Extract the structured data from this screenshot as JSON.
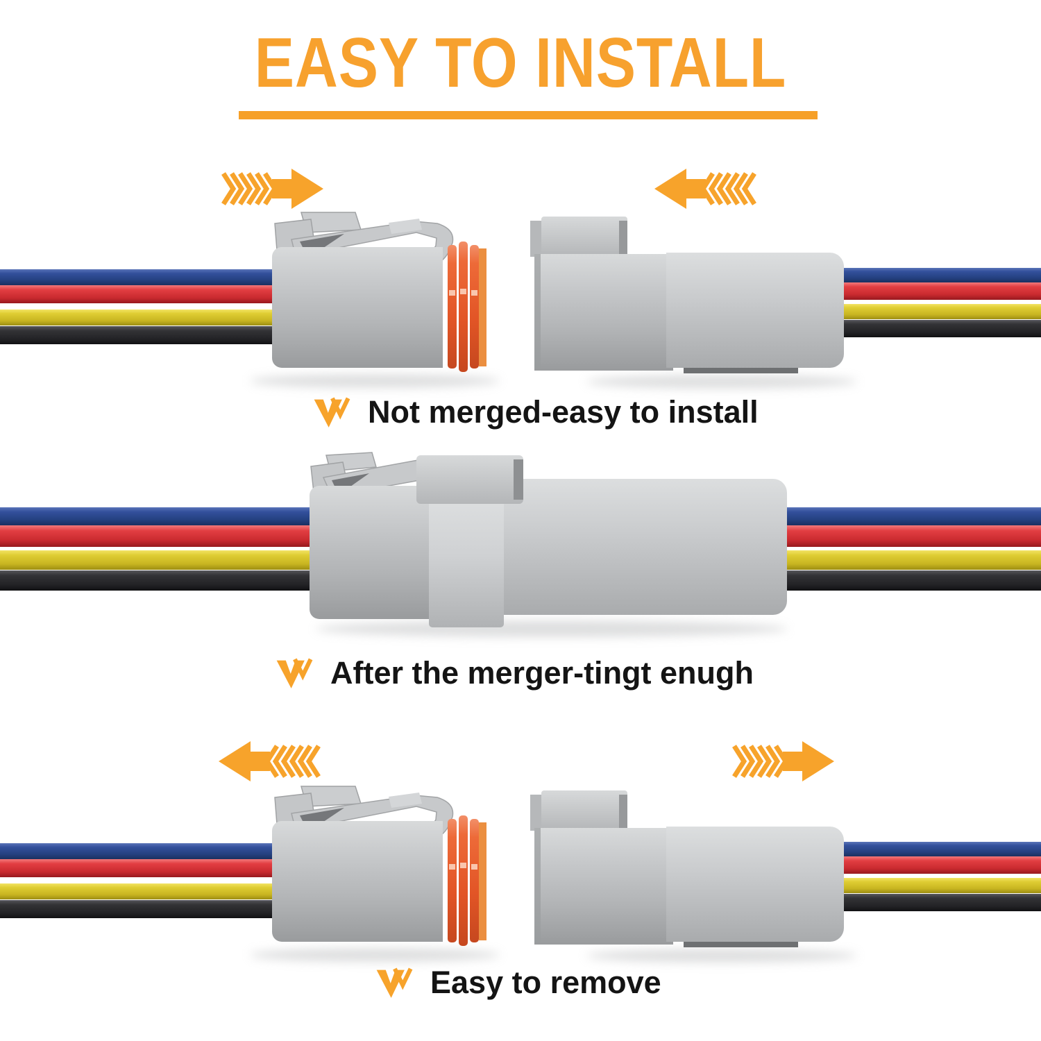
{
  "title": {
    "text": "EASY TO INSTALL"
  },
  "steps": [
    {
      "id": "not-merged",
      "caption": "Not merged-easy to install",
      "arrows": "inward"
    },
    {
      "id": "merged",
      "caption": "After the merger-tingt enugh",
      "arrows": "none"
    },
    {
      "id": "remove",
      "caption": "Easy to remove",
      "arrows": "outward"
    }
  ],
  "illustration": {
    "subject": "2-piece waterproof automotive wire connector (male and female housings)",
    "wire_colors_top_to_bottom": [
      "blue",
      "red",
      "yellow",
      "black"
    ]
  },
  "icons": {
    "step_marker": "double-chevron-v-icon",
    "row1_left": "push-right-arrow-icon",
    "row1_right": "push-left-arrow-icon",
    "row3_left": "pull-left-arrow-icon",
    "row3_right": "pull-right-arrow-icon"
  },
  "colors": {
    "background": "#FFFFFF",
    "accent_orange": "#F7A32B",
    "title_orange": "#F7A12E",
    "seal_orange": "#E8602E",
    "seal_band_orange": "#EB8F40",
    "connector_gray": "#BDBFC1",
    "wire_blue": "#2C4893",
    "wire_red": "#DD3338",
    "wire_yellow": "#DCC92C",
    "wire_black": "#2C2C2F",
    "caption_text": "#141414"
  }
}
